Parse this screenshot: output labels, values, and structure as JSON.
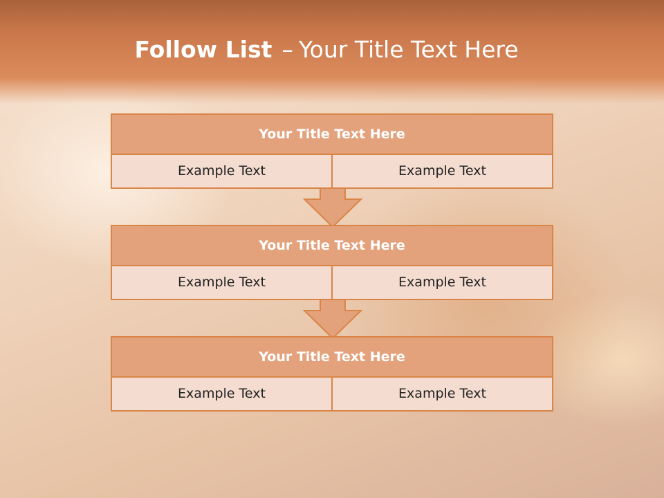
{
  "slide": {
    "title_bold": "Follow List",
    "title_dash": "–",
    "title_rest": "Your Title Text Here"
  },
  "steps": [
    {
      "title": "Your Title Text Here",
      "left": "Example Text",
      "right": "Example Text"
    },
    {
      "title": "Your Title Text Here",
      "left": "Example Text",
      "right": "Example Text"
    },
    {
      "title": "Your Title Text Here",
      "left": "Example Text",
      "right": "Example Text"
    }
  ],
  "colors": {
    "header": "#d98a5a",
    "title_bar": "#e3a27c",
    "cell": "#f4dcd0",
    "border": "#d98547",
    "arrow_fill": "#e3a27c"
  },
  "icons": [
    "down-arrow-icon",
    "down-arrow-icon"
  ]
}
